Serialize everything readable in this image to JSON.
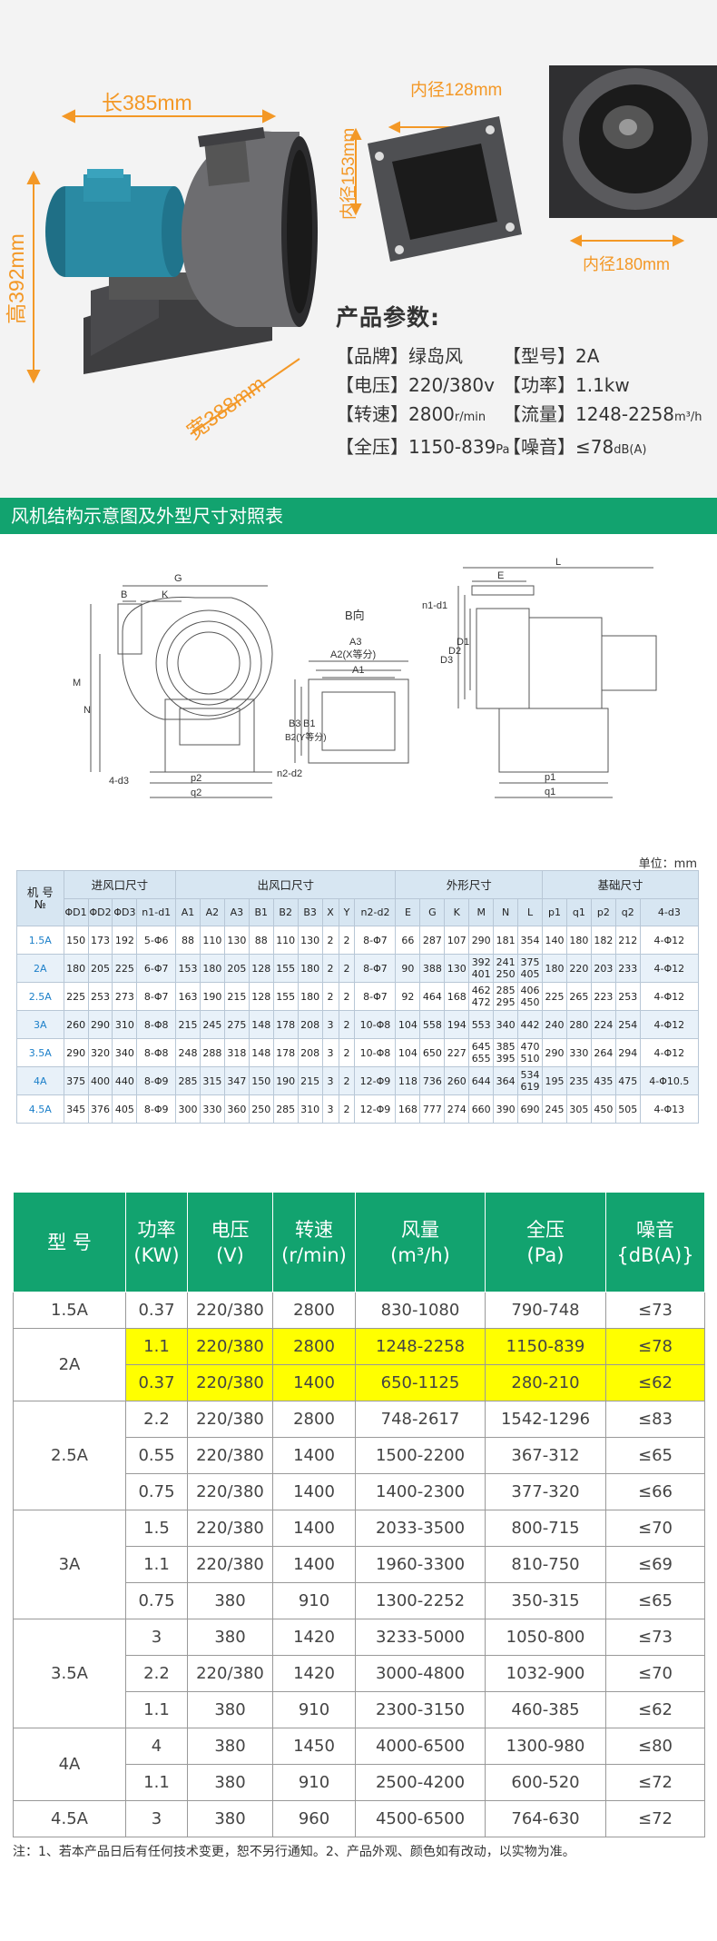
{
  "photo": {
    "length_label": "长385mm",
    "height_label": "高392mm",
    "width_label": "宽388mm",
    "outlet_inner_w": "内径128mm",
    "outlet_inner_h": "内径153mm",
    "inlet_inner": "内径180mm"
  },
  "params": {
    "title": "产品参数:",
    "rows": [
      [
        "【品牌】绿岛风",
        "【型号】2A"
      ],
      [
        "【电压】220/380v",
        "【功率】1.1kw"
      ],
      [
        "【转速】2800",
        "r/min",
        "【流量】1248-2258",
        "m³/h"
      ],
      [
        "【全压】1150-839",
        "Pa",
        "【噪音】≤78",
        "dB(A)"
      ]
    ]
  },
  "banner": "风机结构示意图及外型尺寸对照表",
  "diagram": {
    "labels": [
      "G",
      "B",
      "K",
      "M",
      "N",
      "4-d3",
      "p2",
      "q2",
      "B向",
      "A3",
      "A2(X等分)",
      "A1",
      "B3",
      "B2(Y等分)",
      "B1",
      "n2-d2",
      "E",
      "L",
      "n1-d1",
      "D3",
      "D2",
      "D1",
      "p1",
      "q1"
    ]
  },
  "unit": "单位：mm",
  "spec_table": {
    "group_headers": [
      "机 号\n№",
      "进风口尺寸",
      "出风口尺寸",
      "外形尺寸",
      "基础尺寸"
    ],
    "columns": [
      "ΦD1",
      "ΦD2",
      "ΦD3",
      "n1-d1",
      "A1",
      "A2",
      "A3",
      "B1",
      "B2",
      "B3",
      "X",
      "Y",
      "n2-d2",
      "E",
      "G",
      "K",
      "M",
      "N",
      "L",
      "p1",
      "q1",
      "p2",
      "q2",
      "4-d3"
    ],
    "rows": [
      [
        "1.5A",
        "150",
        "173",
        "192",
        "5-Φ6",
        "88",
        "110",
        "130",
        "88",
        "110",
        "130",
        "2",
        "2",
        "8-Φ7",
        "66",
        "287",
        "107",
        "290",
        "181",
        "354",
        "140",
        "180",
        "182",
        "212",
        "4-Φ12"
      ],
      [
        "2A",
        "180",
        "205",
        "225",
        "6-Φ7",
        "153",
        "180",
        "205",
        "128",
        "155",
        "180",
        "2",
        "2",
        "8-Φ7",
        "90",
        "388",
        "130",
        "392\n401",
        "241\n250",
        "375\n405",
        "180",
        "220",
        "203",
        "233",
        "4-Φ12"
      ],
      [
        "2.5A",
        "225",
        "253",
        "273",
        "8-Φ7",
        "163",
        "190",
        "215",
        "128",
        "155",
        "180",
        "2",
        "2",
        "8-Φ7",
        "92",
        "464",
        "168",
        "462\n472",
        "285\n295",
        "406\n450",
        "225",
        "265",
        "223",
        "253",
        "4-Φ12"
      ],
      [
        "3A",
        "260",
        "290",
        "310",
        "8-Φ8",
        "215",
        "245",
        "275",
        "148",
        "178",
        "208",
        "3",
        "2",
        "10-Φ8",
        "104",
        "558",
        "194",
        "553",
        "340",
        "442",
        "240",
        "280",
        "224",
        "254",
        "4-Φ12"
      ],
      [
        "3.5A",
        "290",
        "320",
        "340",
        "8-Φ8",
        "248",
        "288",
        "318",
        "148",
        "178",
        "208",
        "3",
        "2",
        "10-Φ8",
        "104",
        "650",
        "227",
        "645\n655",
        "385\n395",
        "470\n510",
        "290",
        "330",
        "264",
        "294",
        "4-Φ12"
      ],
      [
        "4A",
        "375",
        "400",
        "440",
        "8-Φ9",
        "285",
        "315",
        "347",
        "150",
        "190",
        "215",
        "3",
        "2",
        "12-Φ9",
        "118",
        "736",
        "260",
        "644",
        "364",
        "534\n619",
        "195",
        "235",
        "435",
        "475",
        "4-Φ10.5"
      ],
      [
        "4.5A",
        "345",
        "376",
        "405",
        "8-Φ9",
        "300",
        "330",
        "360",
        "250",
        "285",
        "310",
        "3",
        "2",
        "12-Φ9",
        "168",
        "777",
        "274",
        "660",
        "390",
        "690",
        "245",
        "305",
        "450",
        "505",
        "4-Φ13"
      ]
    ]
  },
  "perf_table": {
    "headers": [
      "型 号",
      "功率\n(KW)",
      "电压\n(V)",
      "转速\n(r/min)",
      "风量\n(m³/h)",
      "全压\n(Pa)",
      "噪音\n{dB(A)}"
    ],
    "groups": [
      {
        "model": "1.5A",
        "rows": [
          [
            "0.37",
            "220/380",
            "2800",
            "830-1080",
            "790-748",
            "≤73"
          ]
        ]
      },
      {
        "model": "2A",
        "rows": [
          [
            "1.1",
            "220/380",
            "2800",
            "1248-2258",
            "1150-839",
            "≤78"
          ],
          [
            "0.37",
            "220/380",
            "1400",
            "650-1125",
            "280-210",
            "≤62"
          ]
        ]
      },
      {
        "model": "2.5A",
        "rows": [
          [
            "2.2",
            "220/380",
            "2800",
            "748-2617",
            "1542-1296",
            "≤83"
          ],
          [
            "0.55",
            "220/380",
            "1400",
            "1500-2200",
            "367-312",
            "≤65"
          ],
          [
            "0.75",
            "220/380",
            "1400",
            "1400-2300",
            "377-320",
            "≤66"
          ]
        ]
      },
      {
        "model": "3A",
        "rows": [
          [
            "1.5",
            "220/380",
            "1400",
            "2033-3500",
            "800-715",
            "≤70"
          ],
          [
            "1.1",
            "220/380",
            "1400",
            "1960-3300",
            "810-750",
            "≤69"
          ],
          [
            "0.75",
            "380",
            "910",
            "1300-2252",
            "350-315",
            "≤65"
          ]
        ]
      },
      {
        "model": "3.5A",
        "rows": [
          [
            "3",
            "380",
            "1420",
            "3233-5000",
            "1050-800",
            "≤73"
          ],
          [
            "2.2",
            "220/380",
            "1420",
            "3000-4800",
            "1032-900",
            "≤70"
          ],
          [
            "1.1",
            "380",
            "910",
            "2300-3150",
            "460-385",
            "≤62"
          ]
        ]
      },
      {
        "model": "4A",
        "rows": [
          [
            "4",
            "380",
            "1450",
            "4000-6500",
            "1300-980",
            "≤80"
          ],
          [
            "1.1",
            "380",
            "910",
            "2500-4200",
            "600-520",
            "≤72"
          ]
        ]
      },
      {
        "model": "4.5A",
        "rows": [
          [
            "3",
            "380",
            "960",
            "4500-6500",
            "764-630",
            "≤72"
          ]
        ]
      }
    ],
    "highlight_model": "2A"
  },
  "note": "注：1、若本产品日后有任何技术变更，恕不另行通知。2、产品外观、颜色如有改动，以实物为准。",
  "colors": {
    "green": "#12a36f",
    "orange": "#f39826",
    "highlight": "#ffff00",
    "table_head": "#d7e6f2"
  }
}
